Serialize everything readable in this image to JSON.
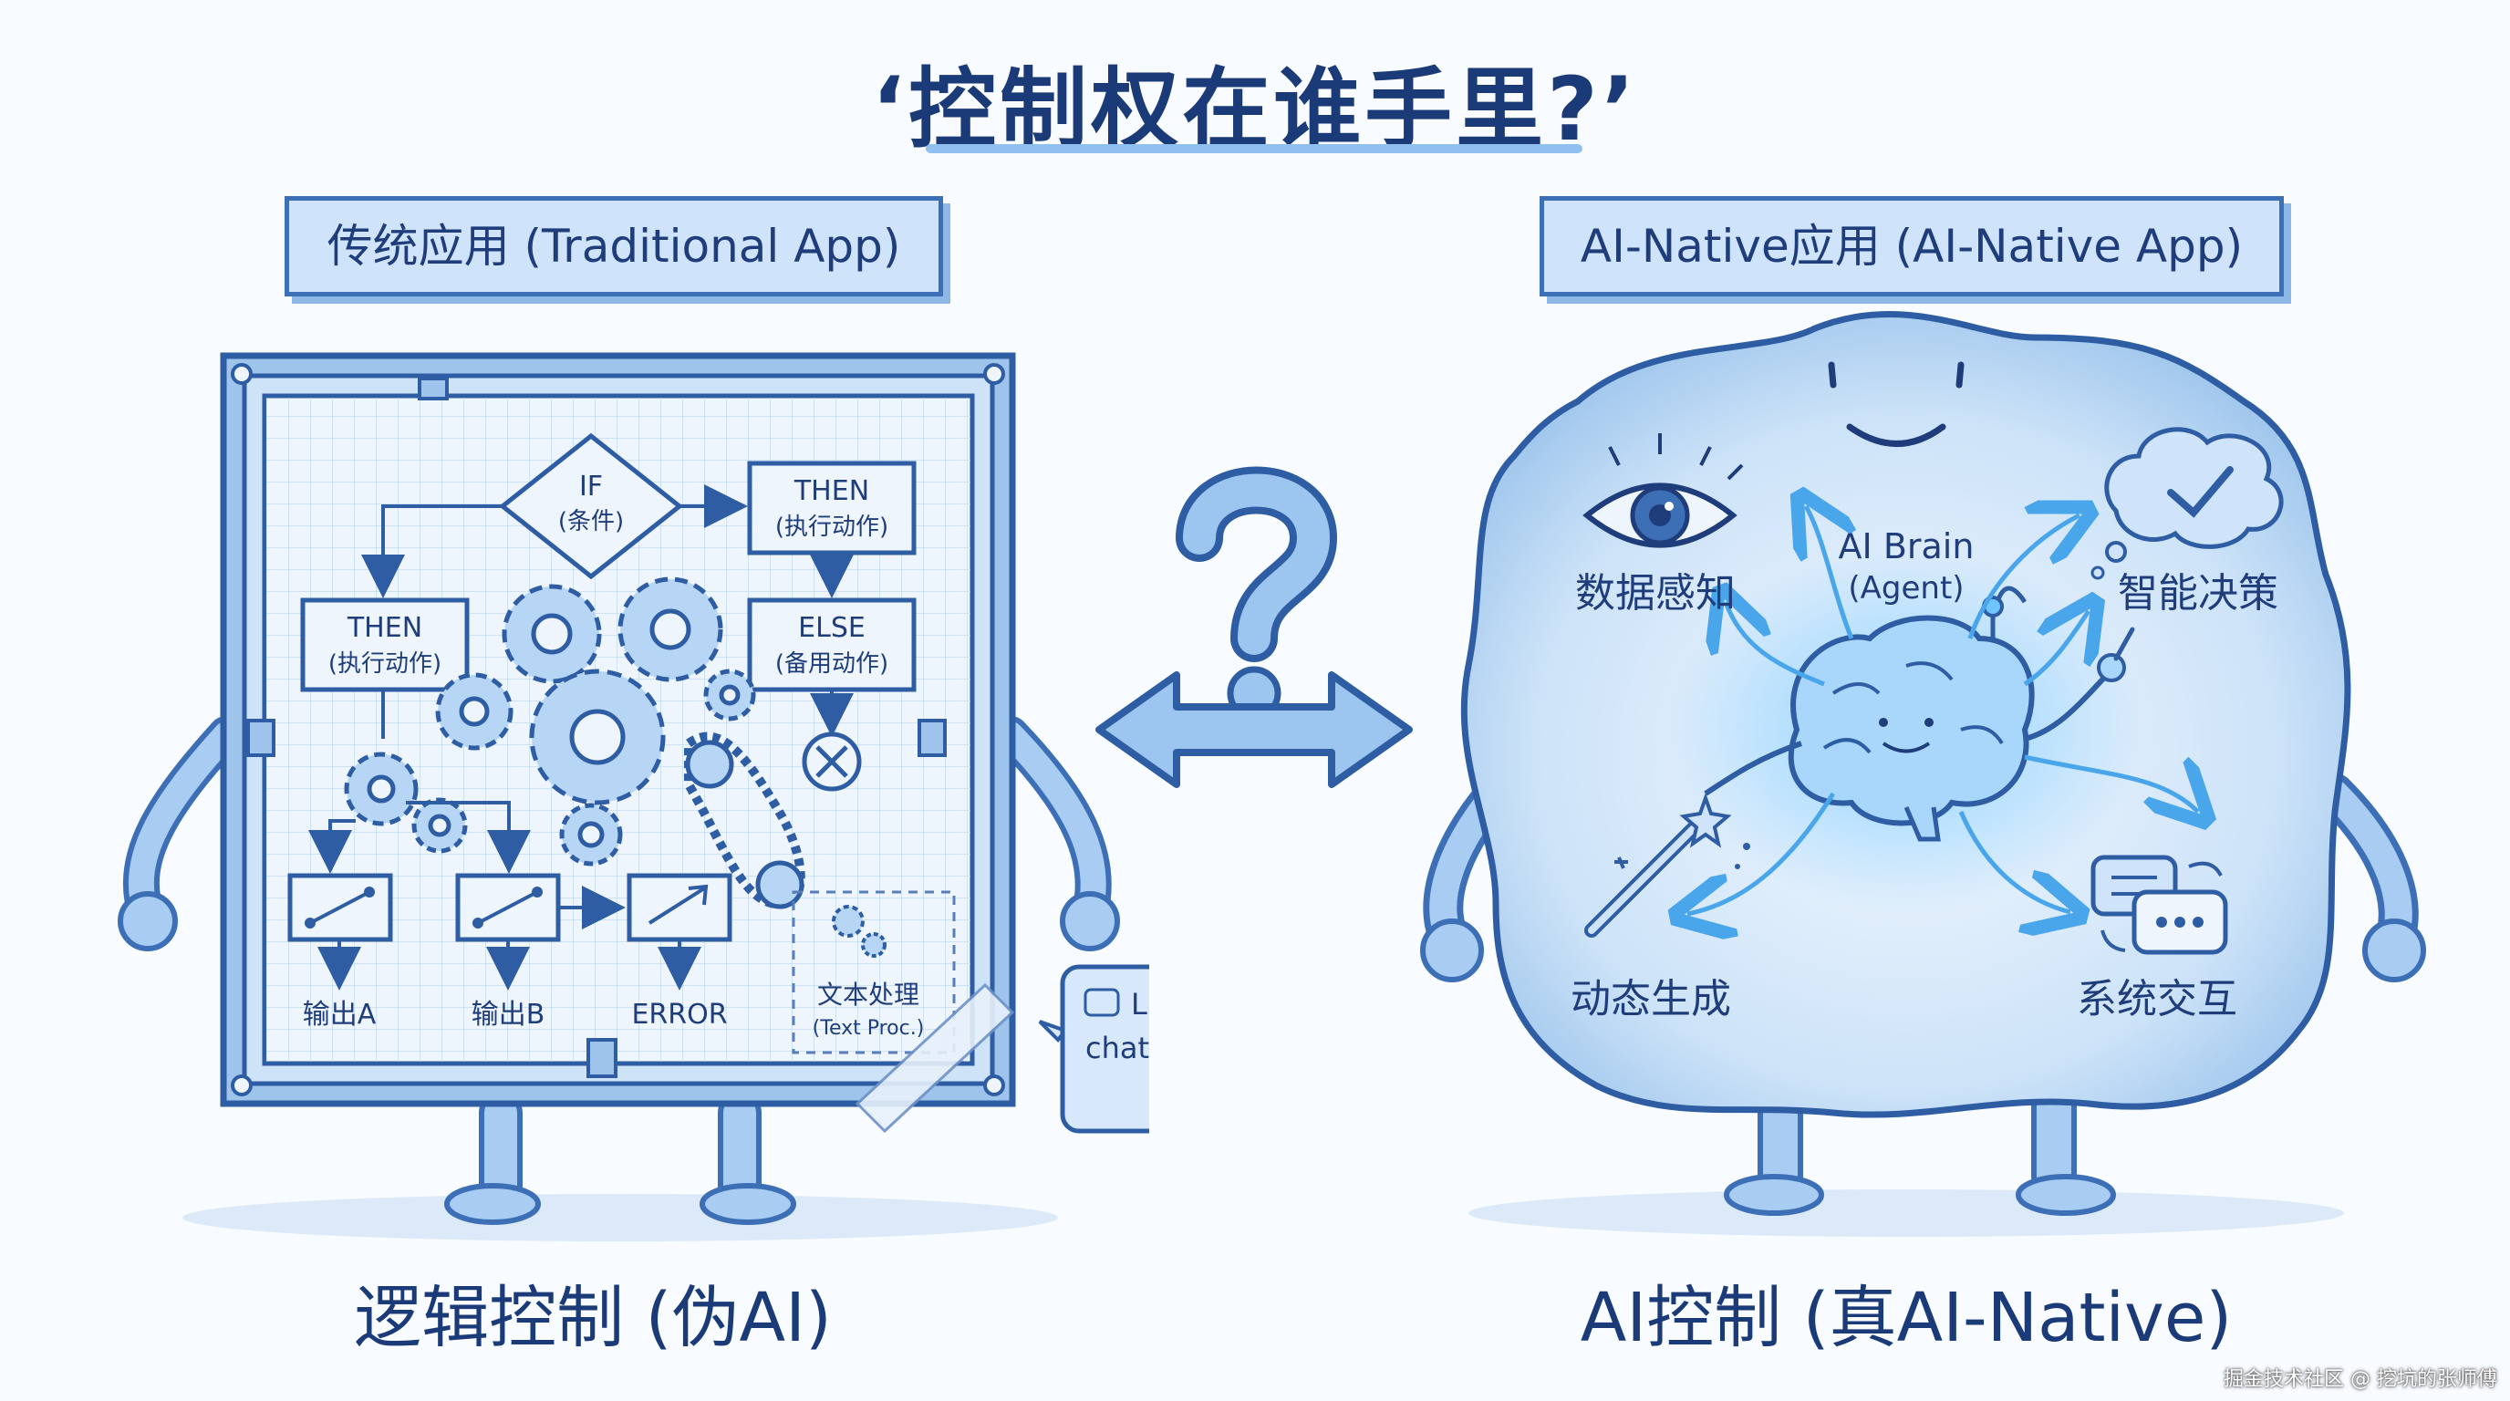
{
  "title": "‘控制权在谁手里?’",
  "left_panel": {
    "label": "传统应用 (Traditional App)",
    "caption": "逻辑控制 (伪AI)",
    "nodes": {
      "if": [
        "IF",
        "(条件)"
      ],
      "then_top": [
        "THEN",
        "(执行动作)"
      ],
      "then_left": [
        "THEN",
        "(执行动作)"
      ],
      "else": [
        "ELSE",
        "(备用动作)"
      ],
      "out_a": "输出A",
      "out_b": "输出B",
      "error": "ERROR",
      "text_proc": [
        "文本处理",
        "(Text Proc.)"
      ]
    },
    "chatbox": [
      "LLM",
      "chatbox"
    ]
  },
  "right_panel": {
    "label": "AI-Native应用 (AI-Native App)",
    "caption": "AI控制 (真AI-Native)",
    "brain": [
      "AI Brain",
      "(Agent)"
    ],
    "capabilities": {
      "perception": "数据感知",
      "decision": "智能决策",
      "generation": "动态生成",
      "interaction": "系统交互"
    }
  },
  "watermark": "掘金技术社区 @ 挖坑的张师傅",
  "colors": {
    "primary": "#3c6fb6",
    "dark": "#1b3a78",
    "light": "#cfe4fa",
    "glow": "#6ec6ff"
  }
}
